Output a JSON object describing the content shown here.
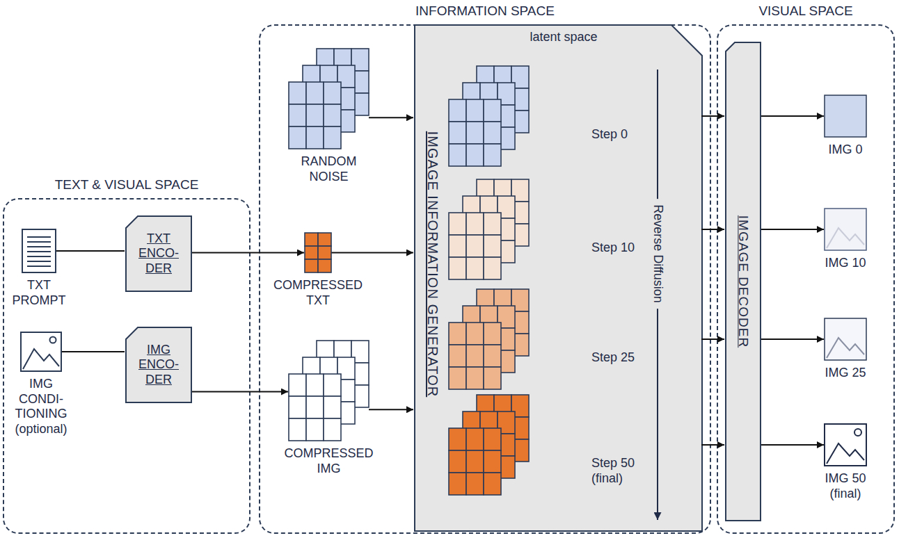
{
  "diagram": {
    "nodes": [
      {
        "text": [
          "TEXT & VISUAL SPACE"
        ]
      },
      {
        "text": [
          "TXT PROMPT"
        ],
        "in": 0
      },
      {
        "text": [
          "TXT ENCO- DER"
        ],
        "in": 0
      },
      {
        "text": [
          "IMG CONDI- TIONING (optional)"
        ],
        "in": 0
      },
      {
        "text": [
          "IMG ENCO- DER"
        ],
        "in": 0
      },
      {
        "text": [
          "INFORMATION SPACE"
        ]
      },
      {
        "text": [
          "RANDOM NOISE"
        ],
        "in": 5
      },
      {
        "text": [
          "COMPRESSED TXT"
        ],
        "in": 5
      },
      {
        "text": [
          "COMPRESSED IMG"
        ],
        "in": 5
      },
      {
        "text": [
          "IMGAGE INFORMATION GENERATOR",
          "latent space",
          "Reverse Diffusion"
        ],
        "in": 5
      },
      {
        "text": [
          "Step 0"
        ],
        "in": 9
      },
      {
        "text": [
          "Step 10"
        ],
        "in": 9
      },
      {
        "text": [
          "Step 25"
        ],
        "in": 9
      },
      {
        "text": [
          "Step 50 (final)"
        ],
        "in": 9
      },
      {
        "text": [
          "VISUAL SPACE"
        ]
      },
      {
        "text": [
          "IMGAGE DECODER"
        ],
        "in": 14
      },
      {
        "text": [
          "IMG 0"
        ],
        "in": 14
      },
      {
        "text": [
          "IMG 10"
        ],
        "in": 14
      },
      {
        "text": [
          "IMG 25"
        ],
        "in": 14
      },
      {
        "text": [
          "IMG 50 (final)"
        ],
        "in": 14
      }
    ],
    "edges": [
      {
        "from": 1,
        "to": 2,
        "arrow": "none"
      },
      {
        "from": 3,
        "to": 4,
        "arrow": "none"
      },
      {
        "from": 2,
        "to": 7,
        "arrow": "to"
      },
      {
        "from": 4,
        "to": 8,
        "arrow": "to"
      },
      {
        "from": 6,
        "to": 9,
        "arrow": "to"
      },
      {
        "from": 7,
        "to": 9,
        "arrow": "to"
      },
      {
        "from": 8,
        "to": 9,
        "arrow": "to"
      },
      {
        "from": 10,
        "to": 15,
        "arrow": "to"
      },
      {
        "from": 11,
        "to": 15,
        "arrow": "to"
      },
      {
        "from": 12,
        "to": 15,
        "arrow": "to"
      },
      {
        "from": 13,
        "to": 15,
        "arrow": "to"
      },
      {
        "from": 15,
        "to": 16,
        "arrow": "to"
      },
      {
        "from": 15,
        "to": 17,
        "arrow": "to"
      },
      {
        "from": 15,
        "to": 18,
        "arrow": "to"
      },
      {
        "from": 15,
        "to": 19,
        "arrow": "to"
      }
    ]
  }
}
